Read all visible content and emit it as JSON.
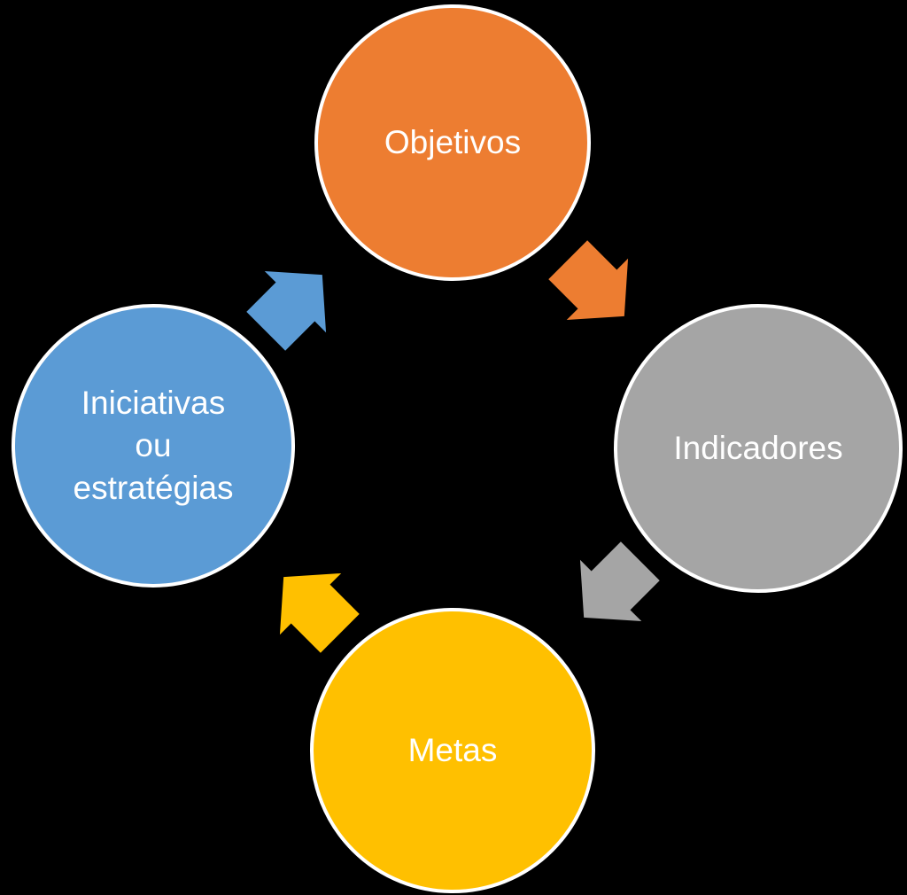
{
  "diagram": {
    "type": "cycle",
    "flow_direction": "clockwise",
    "background_color": "#000000",
    "node_border_color": "#FFFFFF",
    "node_text_color": "#FFFFFF",
    "nodes": [
      {
        "id": "objetivos",
        "label": "Objetivos",
        "color": "#ED7D31",
        "position": "top"
      },
      {
        "id": "indicadores",
        "label": "Indicadores",
        "color": "#A5A5A5",
        "position": "right"
      },
      {
        "id": "metas",
        "label": "Metas",
        "color": "#FFC000",
        "position": "bottom"
      },
      {
        "id": "iniciativas",
        "label": "Iniciativas ou estratégias",
        "lines": [
          "Iniciativas",
          "ou",
          "estratégias"
        ],
        "color": "#5B9BD5",
        "position": "left"
      }
    ],
    "arrows": [
      {
        "from": "objetivos",
        "to": "indicadores",
        "color": "#ED7D31",
        "direction": "southeast"
      },
      {
        "from": "indicadores",
        "to": "metas",
        "color": "#A5A5A5",
        "direction": "southwest"
      },
      {
        "from": "metas",
        "to": "iniciativas",
        "color": "#FFC000",
        "direction": "northwest"
      },
      {
        "from": "iniciativas",
        "to": "objetivos",
        "color": "#5B9BD5",
        "direction": "northeast"
      }
    ]
  }
}
